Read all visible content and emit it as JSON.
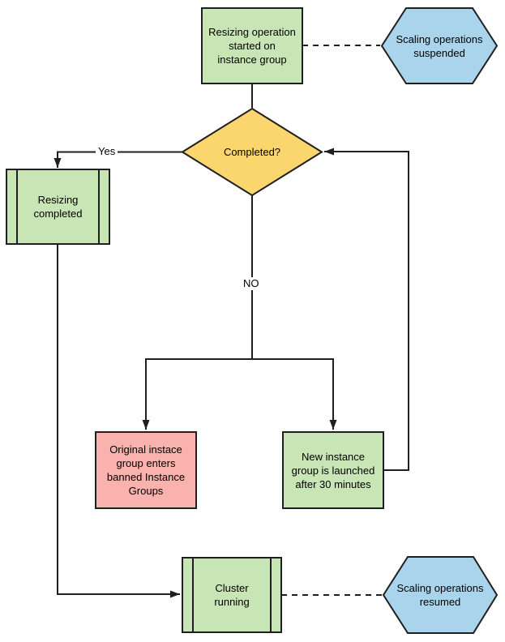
{
  "colors": {
    "process_green": "#c8e6b5",
    "decision_yellow": "#fbd66e",
    "terminal_blue": "#a9d4eb",
    "alert_pink": "#f9b2ad",
    "line": "#1f1f1f"
  },
  "nodes": {
    "start": {
      "label": "Resizing operation\nstarted on\ninstance group",
      "shape": "process"
    },
    "suspended": {
      "label": "Scaling operations\nsuspended",
      "shape": "hexagon"
    },
    "decision": {
      "label": "Completed?",
      "shape": "diamond"
    },
    "resizing_completed": {
      "label": "Resizing\ncompleted",
      "shape": "predefined-process"
    },
    "banned": {
      "label": "Original instace\ngroup enters\nbanned Instance\nGroups",
      "shape": "process"
    },
    "new_group": {
      "label": "New instance\ngroup is launched\nafter 30 minutes",
      "shape": "process"
    },
    "cluster": {
      "label": "Cluster\nrunning",
      "shape": "predefined-process"
    },
    "resumed": {
      "label": "Scaling operations\nresumed",
      "shape": "hexagon"
    }
  },
  "edge_labels": {
    "yes": "Yes",
    "no": "NO"
  }
}
